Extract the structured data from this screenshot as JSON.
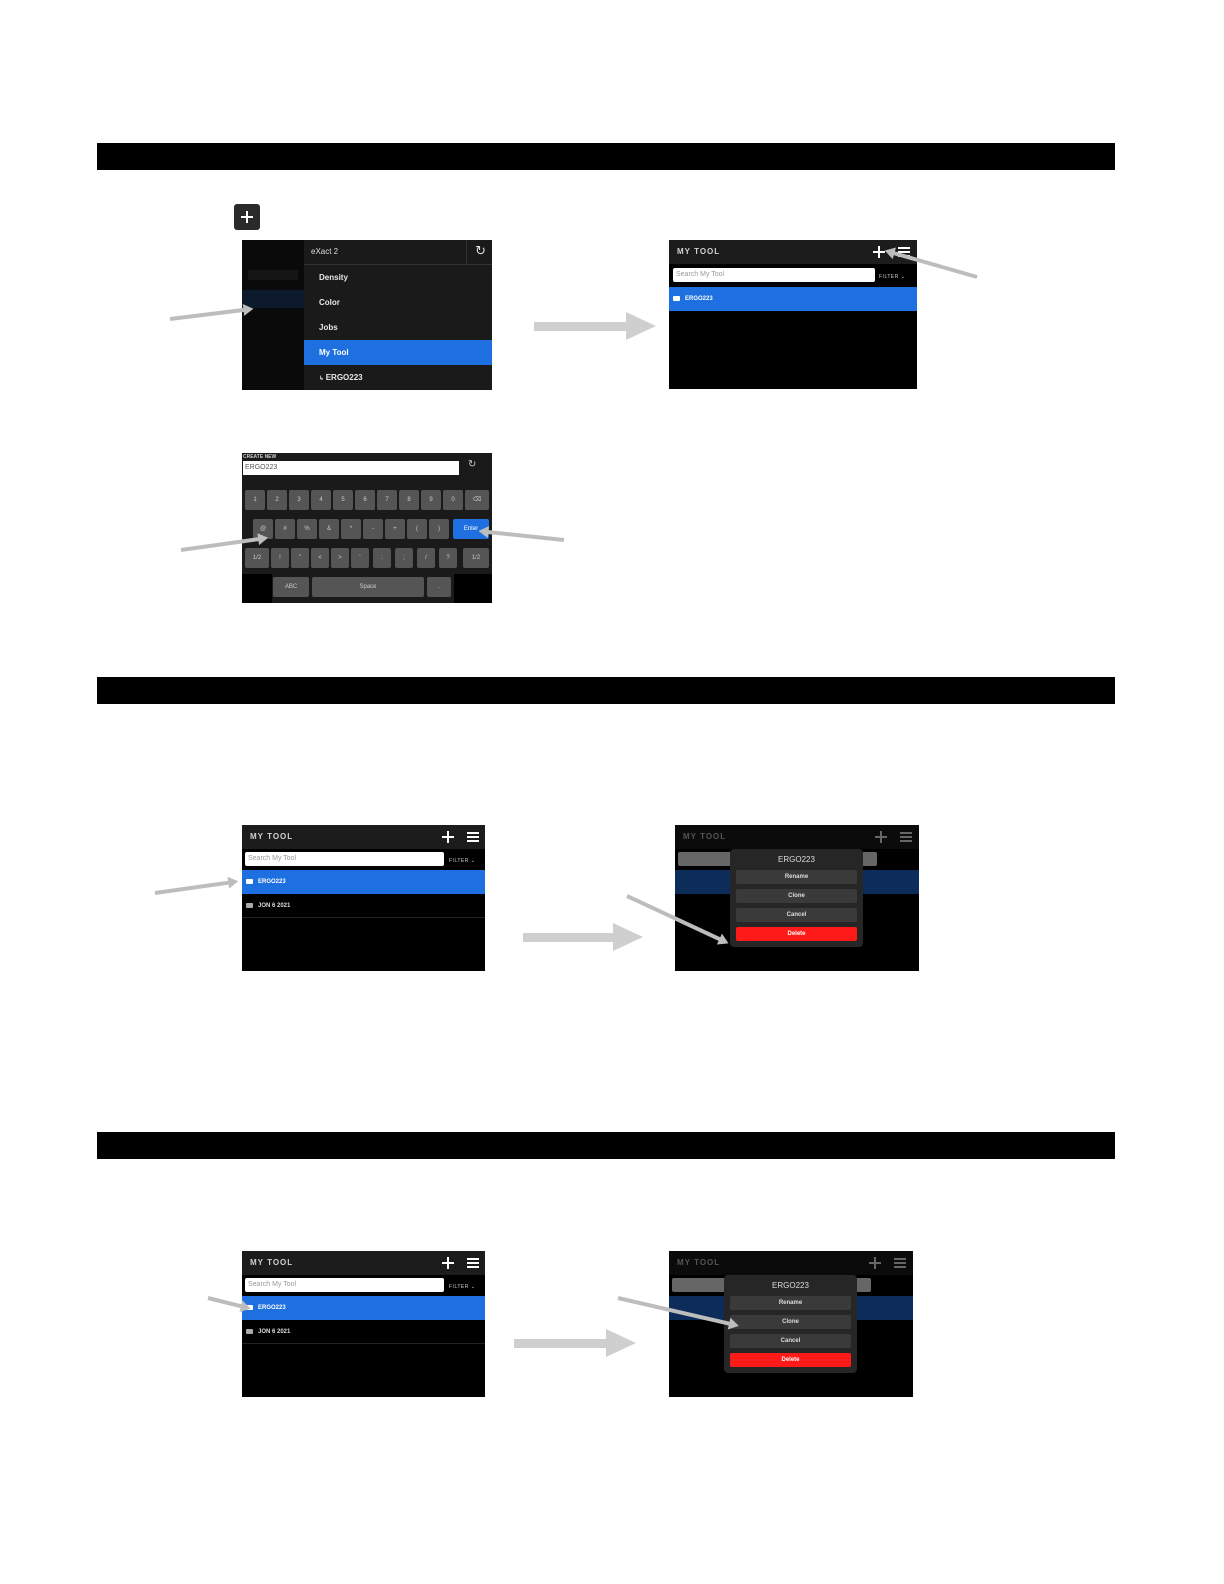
{
  "section_bars": [
    "",
    "",
    ""
  ],
  "step1": {
    "plus_button_icon": "plus-icon",
    "main_menu": {
      "title": "eXact 2",
      "items": [
        "Density",
        "Color",
        "Jobs",
        "My Tool",
        "ERGO223"
      ],
      "selected_index": 3
    },
    "my_tool": {
      "title": "MY TOOL",
      "search_placeholder": "Search My Tool",
      "filter_label": "FILTER",
      "rows": [
        "ERGO223"
      ]
    }
  },
  "step2": {
    "keyboard": {
      "title": "CREATE NEW",
      "input_value": "ERGO223",
      "row1": [
        "1",
        "2",
        "3",
        "4",
        "5",
        "6",
        "7",
        "8",
        "9",
        "0",
        "⌫"
      ],
      "row2": [
        "@",
        "#",
        "%",
        "&",
        "*",
        "-",
        "+",
        "(",
        ")",
        "Enter"
      ],
      "row3": [
        "1/2",
        "!",
        "\"",
        "<",
        ">",
        "'",
        ":",
        ";",
        "/",
        "?",
        "1/2"
      ],
      "row4": [
        "ABC",
        "Space",
        "."
      ]
    }
  },
  "step3": {
    "list": {
      "title": "MY TOOL",
      "search_placeholder": "Search My Tool",
      "filter_label": "FILTER",
      "rows": [
        "ERGO223",
        "JON 6 2021"
      ]
    },
    "dialog": {
      "title": "ERGO223",
      "buttons": [
        "Rename",
        "Clone",
        "Cancel",
        "Delete"
      ]
    }
  },
  "step4": {
    "list": {
      "title": "MY TOOL",
      "search_placeholder": "Search My Tool",
      "filter_label": "FILTER",
      "rows": [
        "ERGO223",
        "JON 6 2021"
      ]
    },
    "dialog": {
      "title": "ERGO223",
      "buttons": [
        "Rename",
        "Clone",
        "Cancel",
        "Delete"
      ]
    }
  }
}
